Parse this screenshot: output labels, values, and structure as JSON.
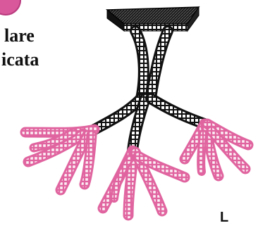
{
  "title": {
    "line1": "lare",
    "line2": "icata"
  },
  "panel_letter": "L",
  "colors": {
    "duct_epithelium": "#111111",
    "secretory_epithelium": "#e0649f",
    "badge": "#d8589b",
    "cells": "#ffffff"
  }
}
